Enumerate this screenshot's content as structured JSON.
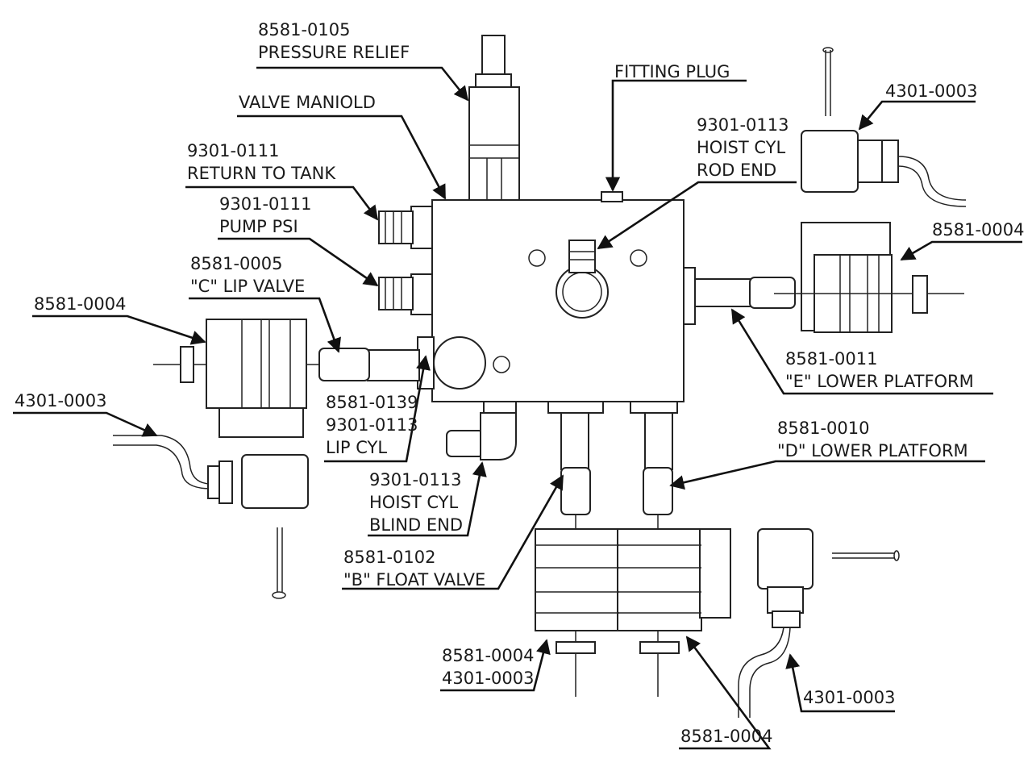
{
  "labels": {
    "pressure_relief_part": "8581-0105",
    "pressure_relief_name": "PRESSURE RELIEF",
    "valve_manifold": "VALVE MANIOLD",
    "fitting_plug": "FITTING PLUG",
    "coil_top_right": "4301-0003",
    "hoist_rod_part": "9301-0113",
    "hoist_rod_line1": "HOIST CYL",
    "hoist_rod_line2": "ROD END",
    "return_part": "9301-0111",
    "return_name": "RETURN TO TANK",
    "pump_part": "9301-0111",
    "pump_name": "PUMP PSI",
    "lip_valve_part": "8581-0005",
    "lip_valve_name": "\"C\" LIP VALVE",
    "coil_left_part": "8581-0004",
    "right_coil_part": "8581-0004",
    "e_platform_part": "8581-0011",
    "e_platform_name": "\"E\" LOWER PLATFORM",
    "left_lower_coil": "4301-0003",
    "lip_cyl_line1": "8581-0139",
    "lip_cyl_line2": "9301-0113",
    "lip_cyl_line3": "LIP CYL",
    "d_platform_part": "8581-0010",
    "d_platform_name": "\"D\" LOWER PLATFORM",
    "hoist_blind_part": "9301-0113",
    "hoist_blind_line1": "HOIST CYL",
    "hoist_blind_line2": "BLIND END",
    "float_valve_part": "8581-0102",
    "float_valve_name": "\"B\" FLOAT VALVE",
    "bottom_left_line1": "8581-0004",
    "bottom_left_line2": "4301-0003",
    "bottom_right_coil": "4301-0003",
    "bottom_center_coil": "8581-0004"
  }
}
